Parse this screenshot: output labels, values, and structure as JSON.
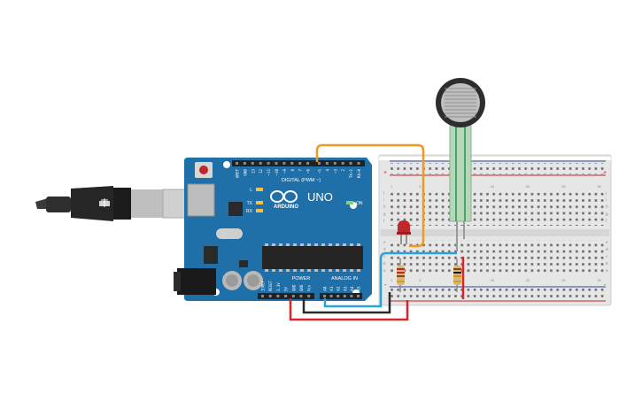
{
  "arduino": {
    "brand": "ARDUINO",
    "model": "UNO",
    "digital_label": "DIGITAL (PWM ~)",
    "power_label": "POWER",
    "analog_label": "ANALOG IN",
    "on_label": "ON",
    "led_labels": [
      "L",
      "TX",
      "RX"
    ],
    "digital_pins": [
      "AREF",
      "GND",
      "13",
      "12",
      "~11",
      "~10",
      "~9",
      "8",
      "7",
      "~6",
      "~5",
      "4",
      "~3",
      "2",
      "TX→1",
      "RX←0"
    ],
    "power_pins": [
      "IOREF",
      "RESET",
      "3.3V",
      "5V",
      "GND",
      "GND",
      "Vin"
    ],
    "analog_pins": [
      "A0",
      "A1",
      "A2",
      "A3",
      "A4",
      "A5"
    ]
  },
  "breadboard": {
    "columns": 30,
    "col_labels_shown": [
      "1",
      "5",
      "10",
      "15",
      "20",
      "25",
      "30"
    ],
    "row_labels_top": [
      "j",
      "i",
      "h",
      "g",
      "f"
    ],
    "row_labels_bottom": [
      "e",
      "d",
      "c",
      "b",
      "a"
    ],
    "rail_plus": "+",
    "rail_minus": "-"
  },
  "colors": {
    "board": "#1f6fa9",
    "wire_orange": "#f29a1e",
    "wire_blue": "#2aa3dc",
    "wire_red": "#d8262a",
    "wire_black": "#2b2b2b",
    "led_red": "#c0262a",
    "fsr_trace": "#4aa36b"
  },
  "components": [
    "usb-cable",
    "arduino-uno",
    "breadboard",
    "force-sensor",
    "red-led",
    "resistor-led",
    "resistor-fsr"
  ]
}
